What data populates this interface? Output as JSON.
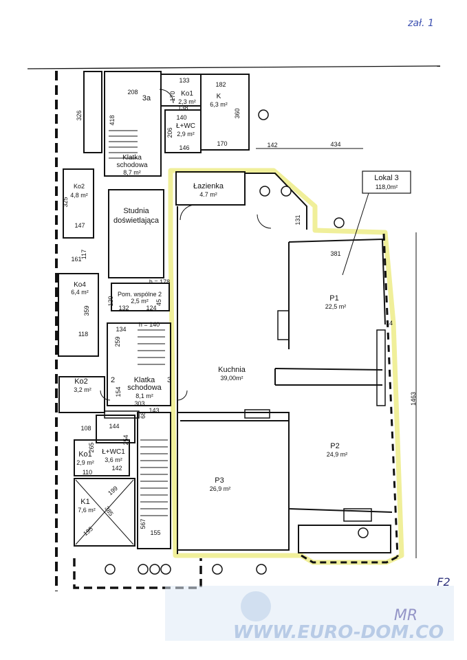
{
  "page_mark": "zał. 1",
  "signature_marks": [
    "F2",
    "MR"
  ],
  "watermark": "WWW.EURO-DOM.CO",
  "unit_box": {
    "name": "Lokal 3",
    "area": "118,0m²"
  },
  "rooms": {
    "klatka_top": {
      "name1": "Klatka",
      "name2": "schodowa",
      "area": "8,7 m²"
    },
    "ko1_top": {
      "name": "Ko1",
      "area": "2,3 m²"
    },
    "k_top": {
      "name": "K",
      "area": "6,3 m²"
    },
    "lwc_top": {
      "name": "Ł+WC",
      "area": "2,9 m²"
    },
    "ko2_top": {
      "name": "Ko2",
      "area": "4,8 m²"
    },
    "studnia": {
      "name1": "Studnia",
      "name2": "doświetlająca"
    },
    "lazienka": {
      "name": "Łazienka",
      "area": "4.7 m²"
    },
    "ko4": {
      "name": "Ko4",
      "area": "6,4 m²"
    },
    "pom": {
      "name": "Pom. wspólne 2",
      "area": "2,5 m²"
    },
    "kuchnia": {
      "name": "Kuchnia",
      "area": "39,00m²"
    },
    "p1": {
      "name": "P1",
      "area": "22,5 m²"
    },
    "p2": {
      "name": "P2",
      "area": "24,9 m²"
    },
    "p3": {
      "name": "P3",
      "area": "26,9 m²"
    },
    "ko2_mid": {
      "name": "Ko2",
      "area": "3,2 m²"
    },
    "klatka_mid": {
      "name1": "Klatka",
      "name2": "schodowa",
      "area": "8,1 m²"
    },
    "ko1_low": {
      "name": "Ko1",
      "area": "2,9 m²"
    },
    "lwc_low": {
      "name": "Ł+WC1",
      "area": "3,6 m²"
    },
    "k1": {
      "name": "K1",
      "area": "7,6 m²"
    }
  },
  "stair_marks": {
    "s3a": "3a",
    "s2": "2",
    "s3": "3"
  },
  "heights": {
    "h178": "h = 178",
    "h140": "h = 140"
  },
  "dimensions": {
    "d208": "208",
    "d133": "133",
    "d182": "182",
    "d170a": "170",
    "d138": "138",
    "d360": "360",
    "d140": "140",
    "d206": "206",
    "d146": "146",
    "d170b": "170",
    "d326": "326",
    "d418": "418",
    "d142a": "142",
    "d434": "434",
    "d325": "325",
    "d147": "147",
    "d131": "131",
    "d381": "381",
    "d161": "161",
    "d117": "117",
    "d120": "120",
    "d132": "132",
    "d124": "124",
    "d45": "45",
    "d359": "359",
    "d134": "134",
    "d14": "14",
    "d118": "118",
    "d259": "259",
    "d1463": "1463",
    "d154": "154",
    "d303": "303",
    "d68": "68",
    "d143": "143",
    "d108": "108",
    "d144": "144",
    "d254": "254",
    "d265": "265",
    "d142b": "142",
    "d110": "110",
    "d199": "199",
    "d385": "385",
    "d195": "195",
    "d567": "567",
    "d155": "155"
  }
}
